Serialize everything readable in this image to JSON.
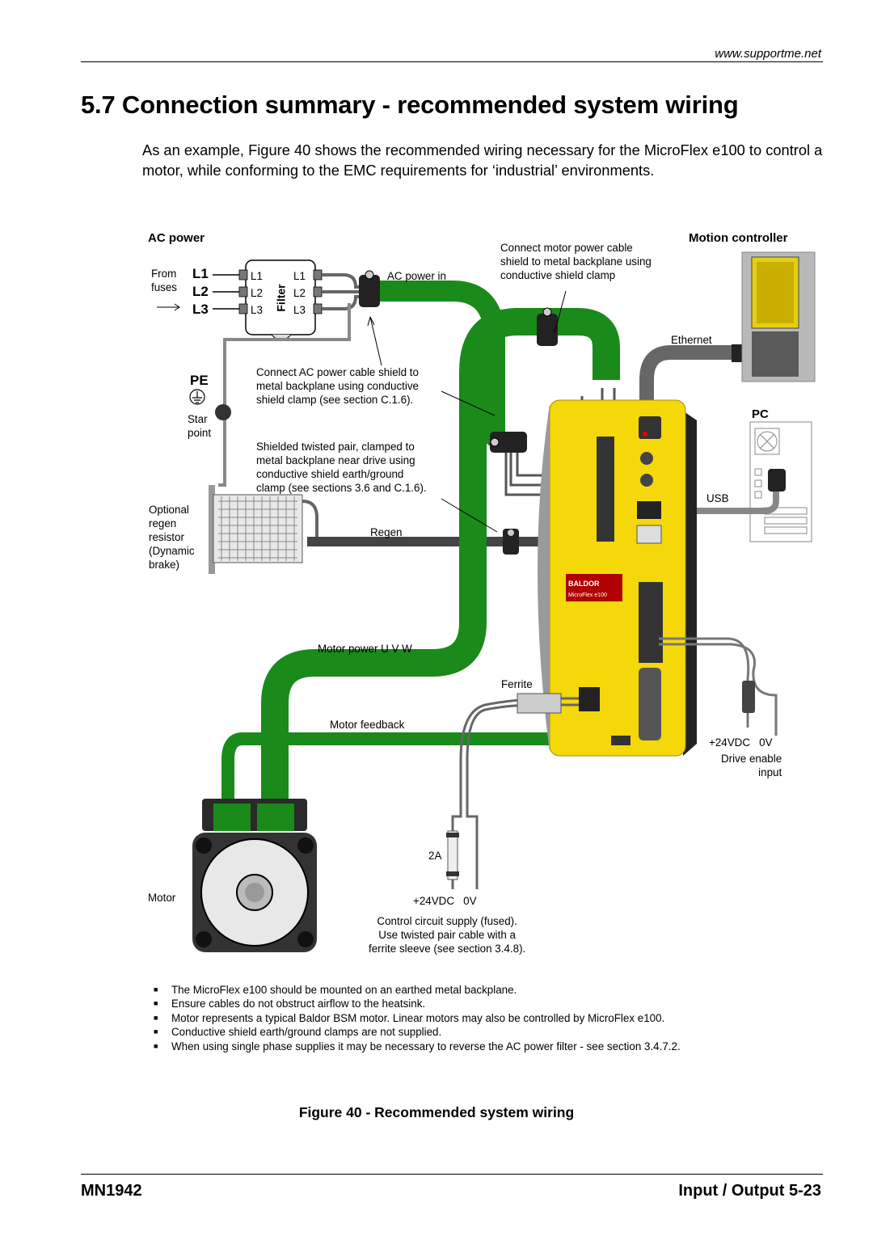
{
  "header": {
    "url": "www.supportme.net"
  },
  "title": "5.7  Connection summary - recommended system wiring",
  "intro": "As an example, Figure 40 shows the recommended wiring necessary for the MicroFlex e100 to control a motor, while conforming to the EMC requirements for ‘industrial’ environments.",
  "diagram": {
    "ac_power": "AC power",
    "from_fuses": "From\nfuses",
    "l1": "L1",
    "l2": "L2",
    "l3": "L3",
    "filter": "Filter",
    "filter_l1": "L1",
    "filter_l2": "L2",
    "filter_l3": "L3",
    "filter_out_l1": "L1",
    "filter_out_l2": "L2",
    "filter_out_l3": "L3",
    "ac_power_in": "AC power in",
    "pe": "PE",
    "star_point": "Star\npoint",
    "connect_motor_cable": "Connect motor power cable\nshield to metal backplane using\nconductive shield clamp",
    "motion_controller": "Motion controller",
    "ethernet": "Ethernet",
    "connect_ac_shield": "Connect AC power cable shield to\nmetal backplane using conductive\nshield clamp (see section C.1.6).",
    "shielded_twisted": "Shielded twisted pair, clamped to\nmetal backplane near drive using\nconductive shield earth/ground\nclamp (see sections 3.6 and C.1.6).",
    "optional_regen": "Optional\nregen\nresistor\n(Dynamic\nbrake)",
    "regen": "Regen",
    "pc": "PC",
    "usb": "USB",
    "baldor": "BALDOR",
    "microflex": "MicroFlex e100",
    "motor_power_uvw": "Motor power U V W",
    "ferrite": "Ferrite",
    "motor_feedback": "Motor feedback",
    "drive_24vdc": "+24VDC   0V",
    "drive_enable": "Drive enable\ninput",
    "fuse_2a": "2A",
    "motor": "Motor",
    "supply_24vdc": "+24VDC   0V",
    "control_supply": "Control circuit supply (fused).\nUse twisted pair cable with a\nferrite sleeve (see section 3.4.8)."
  },
  "notes": [
    "The MicroFlex e100 should be mounted on an earthed metal backplane.",
    "Ensure cables do not obstruct airflow to the heatsink.",
    "Motor represents a typical Baldor BSM motor. Linear motors may also be controlled by MicroFlex e100.",
    "Conductive shield earth/ground clamps are not supplied.",
    "When using single phase supplies it may be necessary to reverse the AC power filter - see section 3.4.7.2."
  ],
  "caption": "Figure 40 - Recommended system wiring",
  "footer": {
    "doc_id": "MN1942",
    "section": "Input / Output   5-23"
  },
  "colors": {
    "cable_green": "#1a8a1a",
    "drive_yellow": "#f5d80a",
    "cable_dark": "#444444"
  }
}
